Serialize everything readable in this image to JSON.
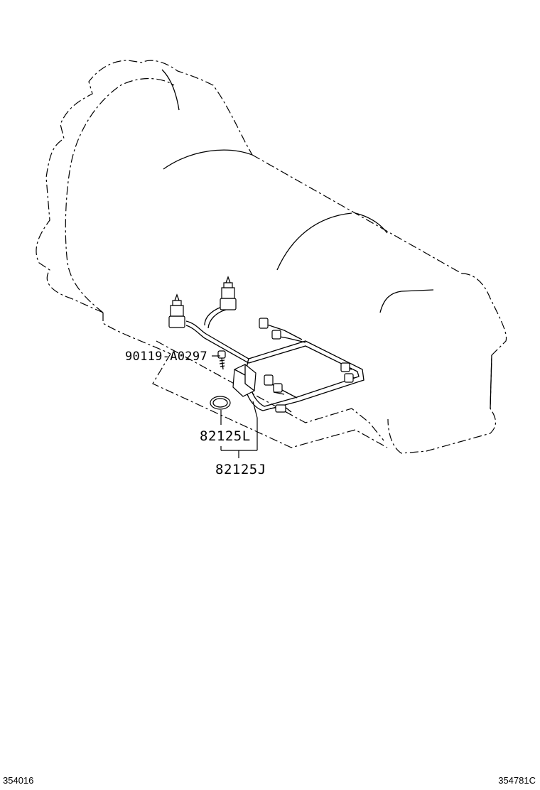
{
  "diagram": {
    "part_numbers": {
      "bolt": "90119-A0297",
      "o_ring": "82125L",
      "wire_harness": "82125J"
    },
    "illustration_codes": {
      "bottom_left": "354016",
      "bottom_right": "354781C"
    }
  }
}
